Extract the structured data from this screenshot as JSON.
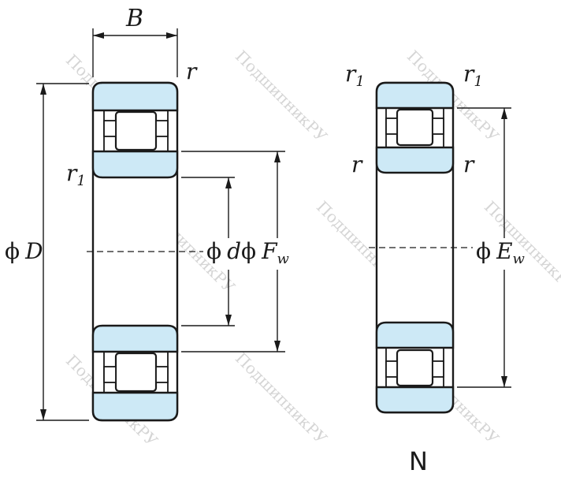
{
  "watermark": {
    "text": "ПодшипникРУ"
  },
  "colors": {
    "ring_fill": "#cde9f6",
    "line": "#1a1a1a",
    "watermark": "#c7c7c7"
  },
  "left_bearing": {
    "labels": {
      "width": "B",
      "outer_chamfer": "r",
      "inner_chamfer_base": "r",
      "inner_chamfer_sub": "1",
      "outer_dia_phi": "ϕ",
      "outer_dia_letter": "D",
      "bore_dia_phi": "ϕ",
      "bore_dia_letter": "d",
      "raceway_dia_phi": "ϕ",
      "raceway_dia_letter": "F",
      "raceway_dia_sub": "w"
    }
  },
  "right_bearing": {
    "labels": {
      "chamfer_top_left_base": "r",
      "chamfer_top_left_sub": "1",
      "chamfer_top_right_base": "r",
      "chamfer_top_right_sub": "1",
      "chamfer_mid_left": "r",
      "chamfer_mid_right": "r",
      "raceway_dia_phi": "ϕ",
      "raceway_dia_letter": "E",
      "raceway_dia_sub": "w"
    },
    "type_label": "N"
  }
}
